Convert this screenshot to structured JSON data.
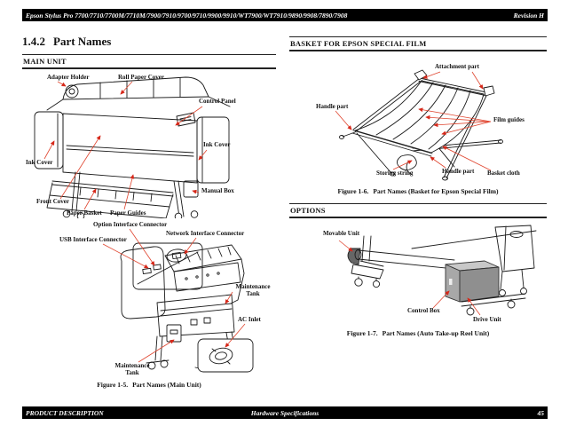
{
  "header": {
    "models": "Epson Stylus Pro 7700/7710/7700M/7710M/7900/7910/9700/9710/9900/9910/WT7900/WT7910/9890/9908/7890/7908",
    "revision": "Revision H"
  },
  "title": {
    "number": "1.4.2",
    "text": "Part Names"
  },
  "sections": {
    "main_unit": {
      "heading": "MAIN UNIT",
      "figure": {
        "prefix": "Figure 1-5.",
        "caption": "Part Names (Main Unit)"
      },
      "labels": {
        "adapter_holder": "Adapter Holder",
        "roll_paper_cover": "Roll Paper Cover",
        "control_panel": "Control Panel",
        "ink_cover_right": "Ink Cover",
        "ink_cover_left": "Ink Cover",
        "manual_box": "Manual Box",
        "front_cover": "Front Cover",
        "paper_basket": "Paper Basket",
        "paper_guides": "Paper Guides",
        "option_interface_connector": "Option Interface Connector",
        "network_interface_connector": "Network Interface Connector",
        "usb_interface_connector": "USB Interface Connector",
        "maintenance_tank_right": "Maintenance Tank",
        "ac_inlet": "AC Inlet",
        "maintenance_tank_bottom": "Maintenance Tank"
      }
    },
    "basket": {
      "heading": "BASKET FOR EPSON SPECIAL FILM",
      "figure": {
        "prefix": "Figure 1-6.",
        "caption": "Part Names (Basket for Epson Special Film)"
      },
      "labels": {
        "attachment_part": "Attachment part",
        "handle_part_left": "Handle part",
        "film_guides": "Film guides",
        "storing_string": "Storing string",
        "handle_part_bottom": "Handle part",
        "basket_cloth": "Basket cloth"
      }
    },
    "options": {
      "heading": "OPTIONS",
      "figure": {
        "prefix": "Figure 1-7.",
        "caption": "Part Names (Auto Take-up Reel Unit)"
      },
      "labels": {
        "movable_unit": "Movable Unit",
        "control_box": "Control Box",
        "drive_unit": "Drive Unit"
      }
    }
  },
  "footer": {
    "left": "PRODUCT DESCRIPTION",
    "center": "Hardware Specifications",
    "page_number": "45"
  },
  "colors": {
    "arrow_line": "#e0452f",
    "arrow_head": "#d6281a",
    "bar_background": "#000000",
    "bar_text": "#ffffff",
    "line_art": "#1a1a1a"
  }
}
